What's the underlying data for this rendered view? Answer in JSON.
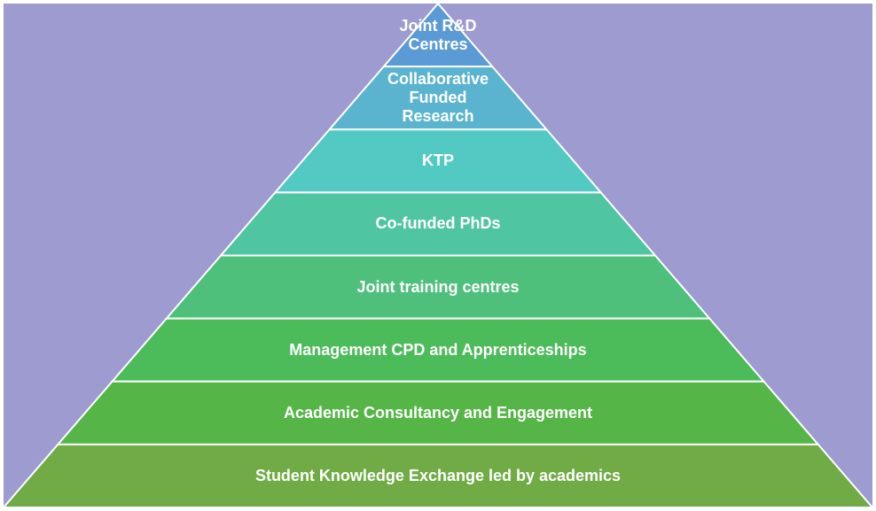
{
  "title": "Pyramid of university–industry engagement",
  "background_color": "#9d9bd0",
  "layers": [
    {
      "label": "Joint R&D Centres",
      "lines": [
        "Joint R&D",
        "Centres"
      ],
      "color": "#5b9bd5"
    },
    {
      "label": "Collaborative Funded Research",
      "lines": [
        "Collaborative",
        "Funded",
        "Research"
      ],
      "color": "#5ab4d0"
    },
    {
      "label": "KTP",
      "lines": [
        "KTP"
      ],
      "color": "#53c9c4"
    },
    {
      "label": "Co-funded PhDs",
      "lines": [
        "Co-funded PhDs"
      ],
      "color": "#50c5a2"
    },
    {
      "label": "Joint training centres",
      "lines": [
        "Joint training centres"
      ],
      "color": "#4fc07b"
    },
    {
      "label": "Management CPD and Apprenticeships",
      "lines": [
        "Management CPD and Apprenticeships"
      ],
      "color": "#4cbb5a"
    },
    {
      "label": "Academic Consultancy and Engagement",
      "lines": [
        "Academic Consultancy and Engagement"
      ],
      "color": "#55b547"
    },
    {
      "label": "Student Knowledge Exchange led by academics",
      "lines": [
        "Student Knowledge Exchange led by academics"
      ],
      "color": "#70ab46"
    }
  ]
}
